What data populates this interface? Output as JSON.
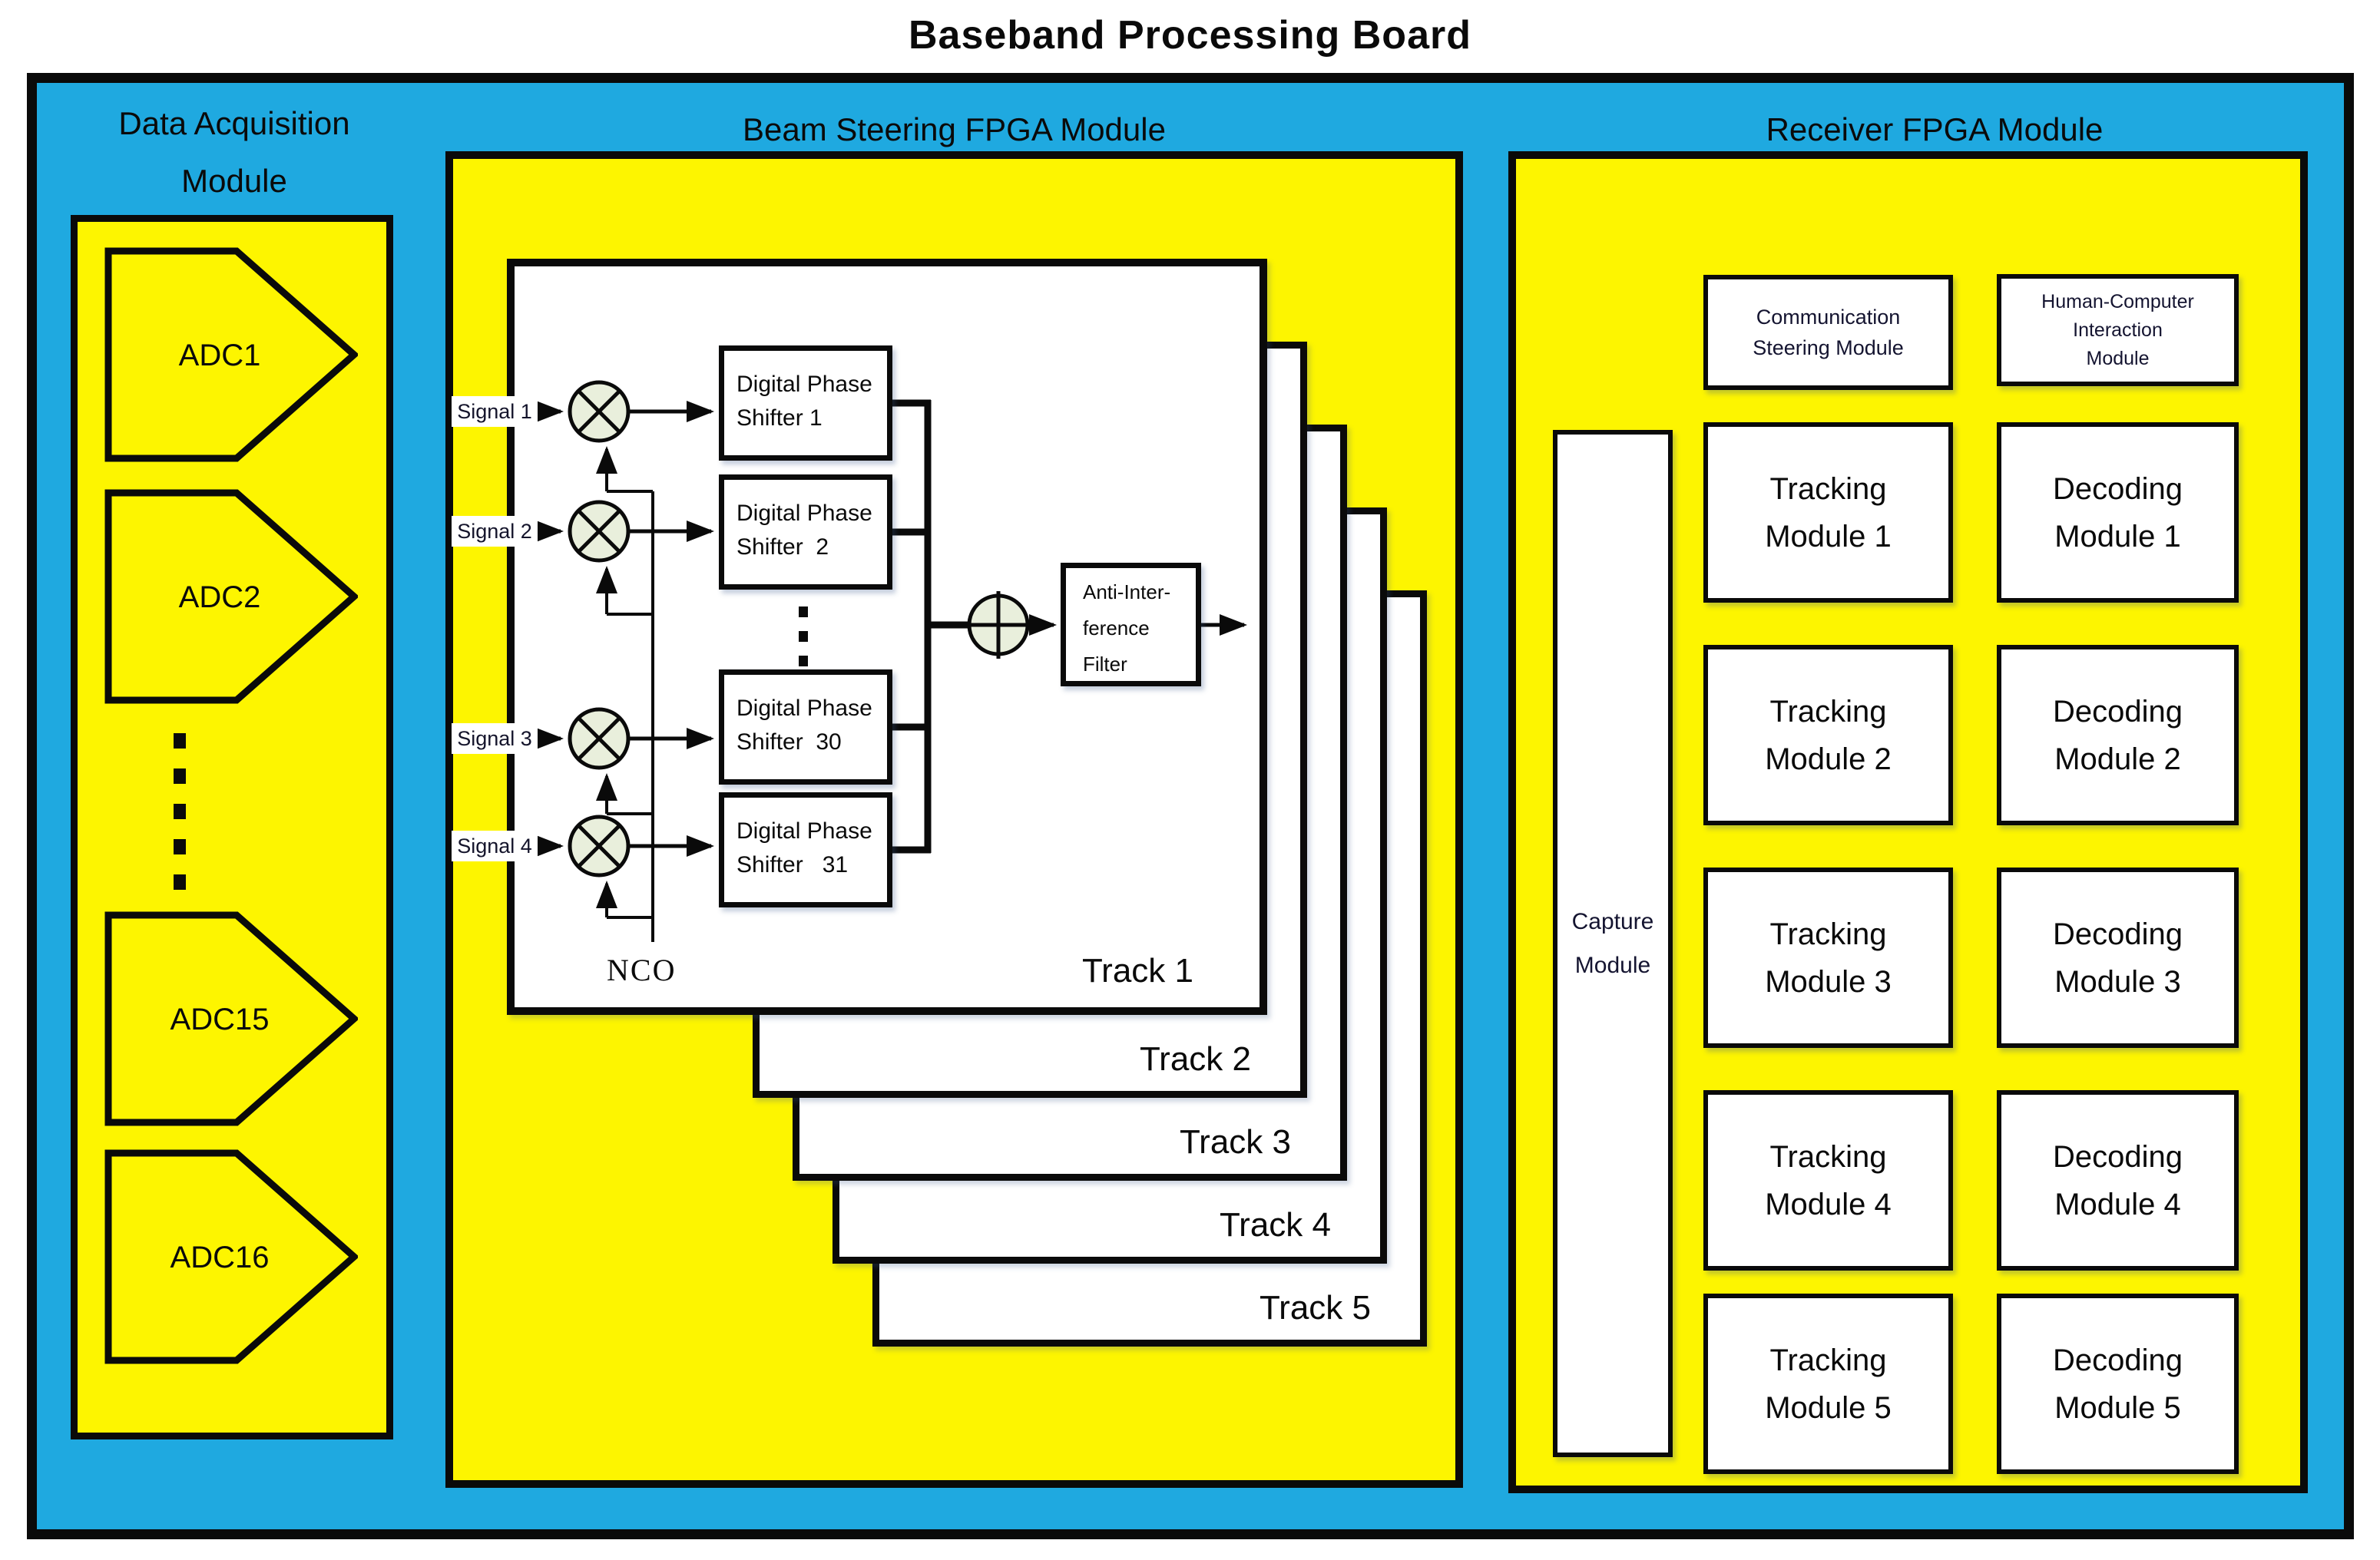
{
  "title": "Baseband Processing Board",
  "colors": {
    "board_cyan": "#1FA9E0",
    "module_yellow": "#FDF500",
    "panel_white": "#FFFFFF",
    "mixer_fill": "#E9EFDC",
    "line_black": "#0A0A0A"
  },
  "data_acquisition": {
    "heading_line1": "Data Acquisition",
    "heading_line2": "Module",
    "adcs": [
      "ADC1",
      "ADC2",
      "ADC15",
      "ADC16"
    ]
  },
  "beam_steering": {
    "heading": "Beam Steering FPGA Module",
    "signals": [
      "Signal 1",
      "Signal 2",
      "Signal 3",
      "Signal 4"
    ],
    "phase_shifters": [
      {
        "line1": "Digital Phase",
        "line2": "Shifter 1"
      },
      {
        "line1": "Digital Phase",
        "line2": "Shifter  2"
      },
      {
        "line1": "Digital Phase",
        "line2": "Shifter  30"
      },
      {
        "line1": "Digital Phase",
        "line2": "Shifter   31"
      }
    ],
    "nco_label": "NCO",
    "anti_interference_filter": {
      "line1": "Anti-Inter-",
      "line2": "ference",
      "line3": "Filter"
    },
    "tracks": [
      "Track 1",
      "Track 2",
      "Track 3",
      "Track 4",
      "Track 5"
    ]
  },
  "receiver": {
    "heading": "Receiver FPGA Module",
    "communication_steering_module": {
      "line1": "Communication",
      "line2": "Steering Module"
    },
    "human_computer_interaction_module": {
      "line1": "Human-Computer",
      "line2": "Interaction",
      "line3": "Module"
    },
    "capture_module": {
      "line1": "Capture",
      "line2": "Module"
    },
    "tracking_modules": [
      {
        "line1": "Tracking",
        "line2": "Module 1"
      },
      {
        "line1": "Tracking",
        "line2": "Module 2"
      },
      {
        "line1": "Tracking",
        "line2": "Module 3"
      },
      {
        "line1": "Tracking",
        "line2": "Module 4"
      },
      {
        "line1": "Tracking",
        "line2": "Module 5"
      }
    ],
    "decoding_modules": [
      {
        "line1": "Decoding",
        "line2": "Module 1"
      },
      {
        "line1": "Decoding",
        "line2": "Module 2"
      },
      {
        "line1": "Decoding",
        "line2": "Module 3"
      },
      {
        "line1": "Decoding",
        "line2": "Module 4"
      },
      {
        "line1": "Decoding",
        "line2": "Module 5"
      }
    ]
  }
}
